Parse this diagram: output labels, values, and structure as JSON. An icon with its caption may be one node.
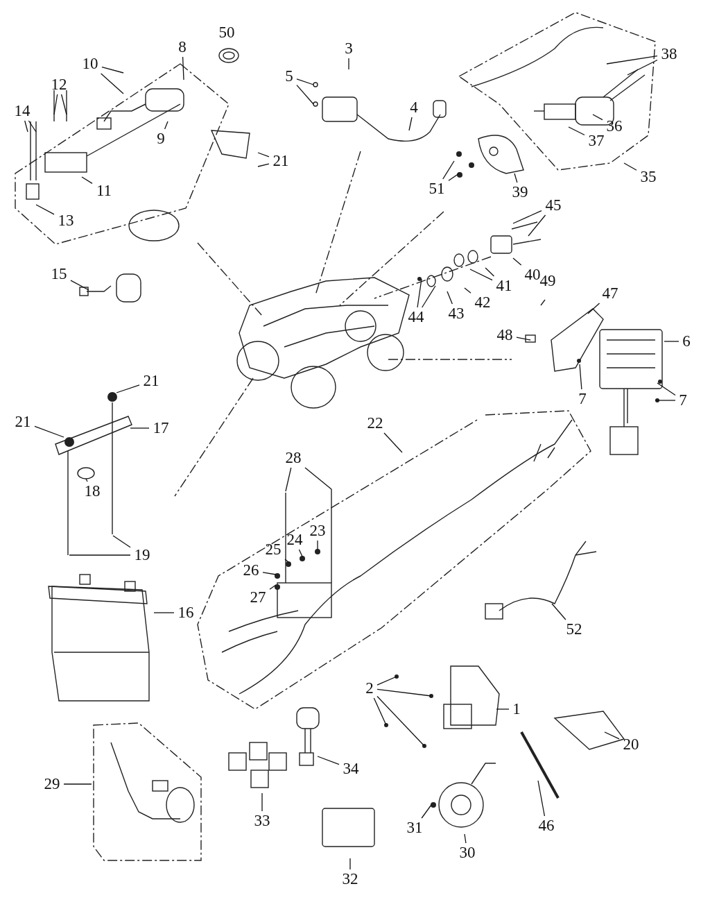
{
  "diagram": {
    "nodes": [
      {
        "text": [
          "8"
        ]
      },
      {
        "text": [
          "3"
        ]
      },
      {
        "text": [
          "38"
        ]
      },
      {
        "text": [
          "10"
        ]
      },
      {
        "text": [
          "5"
        ]
      },
      {
        "text": [
          "12"
        ]
      },
      {
        "text": [
          "14"
        ]
      },
      {
        "text": [
          "4"
        ]
      },
      {
        "text": [
          "36"
        ]
      },
      {
        "text": [
          "9"
        ]
      },
      {
        "text": [
          "37"
        ]
      },
      {
        "text": [
          "21"
        ]
      },
      {
        "text": [
          "35"
        ]
      },
      {
        "text": [
          "11"
        ]
      },
      {
        "text": [
          "51"
        ]
      },
      {
        "text": [
          "39"
        ]
      },
      {
        "text": [
          "45"
        ]
      },
      {
        "text": [
          "13"
        ]
      },
      {
        "text": [
          "15"
        ]
      },
      {
        "text": [
          "40"
        ]
      },
      {
        "text": [
          "44"
        ]
      },
      {
        "text": [
          "41"
        ]
      },
      {
        "text": [
          "42"
        ]
      },
      {
        "text": [
          "43"
        ]
      },
      {
        "text": [
          "47"
        ]
      },
      {
        "text": [
          "48"
        ]
      },
      {
        "text": [
          "6"
        ]
      },
      {
        "text": [
          "21"
        ]
      },
      {
        "text": [
          "7"
        ]
      },
      {
        "text": [
          "7"
        ]
      },
      {
        "text": [
          "21"
        ]
      },
      {
        "text": [
          "17"
        ]
      },
      {
        "text": [
          "22"
        ]
      },
      {
        "text": [
          "28"
        ]
      },
      {
        "text": [
          "18"
        ]
      },
      {
        "text": [
          "23"
        ]
      },
      {
        "text": [
          "24"
        ]
      },
      {
        "text": [
          "25"
        ]
      },
      {
        "text": [
          "19"
        ]
      },
      {
        "text": [
          "26"
        ]
      },
      {
        "text": [
          "27"
        ]
      },
      {
        "text": [
          "16"
        ]
      },
      {
        "text": [
          "52"
        ]
      },
      {
        "text": [
          "1"
        ]
      },
      {
        "text": [
          "2"
        ]
      },
      {
        "text": [
          "20"
        ]
      },
      {
        "text": [
          "29"
        ]
      },
      {
        "text": [
          "34"
        ]
      },
      {
        "text": [
          "33"
        ]
      },
      {
        "text": [
          "46"
        ]
      },
      {
        "text": [
          "31"
        ]
      },
      {
        "text": [
          "30"
        ]
      },
      {
        "text": [
          "32"
        ]
      }
    ],
    "edges": [
      {
        "from": 0,
        "to": null,
        "arrow": "none"
      },
      {
        "from": 1,
        "to": null,
        "arrow": "none"
      },
      {
        "from": 2,
        "to": null,
        "arrow": "none"
      },
      {
        "from": 2,
        "to": null,
        "arrow": "none"
      },
      {
        "from": 3,
        "to": null,
        "arrow": "none"
      },
      {
        "from": 3,
        "to": null,
        "arrow": "none"
      },
      {
        "from": 4,
        "to": null,
        "arrow": "none"
      },
      {
        "from": 4,
        "to": null,
        "arrow": "none"
      },
      {
        "from": 5,
        "to": null,
        "arrow": "none"
      },
      {
        "from": 5,
        "to": null,
        "arrow": "none"
      },
      {
        "from": 6,
        "to": null,
        "arrow": "none"
      },
      {
        "from": 6,
        "to": null,
        "arrow": "none"
      },
      {
        "from": 7,
        "to": null,
        "arrow": "none"
      },
      {
        "from": 8,
        "to": null,
        "arrow": "none"
      },
      {
        "from": 9,
        "to": null,
        "arrow": "none"
      },
      {
        "from": 10,
        "to": null,
        "arrow": "none"
      },
      {
        "from": 11,
        "to": null,
        "arrow": "none"
      },
      {
        "from": 11,
        "to": null,
        "arrow": "none"
      },
      {
        "from": 12,
        "to": null,
        "arrow": "none"
      },
      {
        "from": 13,
        "to": null,
        "arrow": "none"
      },
      {
        "from": 14,
        "to": null,
        "arrow": "none"
      },
      {
        "from": 14,
        "to": null,
        "arrow": "none"
      },
      {
        "from": 15,
        "to": null,
        "arrow": "none"
      },
      {
        "from": 16,
        "to": null,
        "arrow": "none"
      },
      {
        "from": 16,
        "to": null,
        "arrow": "none"
      },
      {
        "from": 17,
        "to": null,
        "arrow": "none"
      },
      {
        "from": 18,
        "to": null,
        "arrow": "none"
      },
      {
        "from": 19,
        "to": null,
        "arrow": "none"
      },
      {
        "from": 20,
        "to": null,
        "arrow": "none"
      },
      {
        "from": 20,
        "to": null,
        "arrow": "none"
      },
      {
        "from": 21,
        "to": null,
        "arrow": "none"
      },
      {
        "from": 21,
        "to": null,
        "arrow": "none"
      },
      {
        "from": 22,
        "to": null,
        "arrow": "none"
      },
      {
        "from": 23,
        "to": null,
        "arrow": "none"
      },
      {
        "from": 24,
        "to": null,
        "arrow": "none"
      },
      {
        "from": 25,
        "to": null,
        "arrow": "none"
      },
      {
        "from": 26,
        "to": null,
        "arrow": "none"
      },
      {
        "from": 27,
        "to": null,
        "arrow": "none"
      },
      {
        "from": 28,
        "to": null,
        "arrow": "none"
      },
      {
        "from": 29,
        "to": null,
        "arrow": "none"
      },
      {
        "from": 29,
        "to": null,
        "arrow": "none"
      },
      {
        "from": 30,
        "to": null,
        "arrow": "none"
      },
      {
        "from": 31,
        "to": null,
        "arrow": "none"
      },
      {
        "from": 32,
        "to": null,
        "arrow": "none"
      },
      {
        "from": 33,
        "to": null,
        "arrow": "none"
      },
      {
        "from": 33,
        "to": null,
        "arrow": "none"
      },
      {
        "from": 34,
        "to": null,
        "arrow": "none"
      },
      {
        "from": 35,
        "to": null,
        "arrow": "none"
      },
      {
        "from": 36,
        "to": null,
        "arrow": "none"
      },
      {
        "from": 37,
        "to": null,
        "arrow": "none"
      },
      {
        "from": 38,
        "to": null,
        "arrow": "none"
      },
      {
        "from": 38,
        "to": null,
        "arrow": "none"
      },
      {
        "from": 39,
        "to": null,
        "arrow": "none"
      },
      {
        "from": 40,
        "to": null,
        "arrow": "none"
      },
      {
        "from": 41,
        "to": null,
        "arrow": "none"
      },
      {
        "from": 42,
        "to": null,
        "arrow": "none"
      },
      {
        "from": 43,
        "to": null,
        "arrow": "none"
      },
      {
        "from": 44,
        "to": null,
        "arrow": "none"
      },
      {
        "from": 44,
        "to": null,
        "arrow": "none"
      },
      {
        "from": 44,
        "to": null,
        "arrow": "none"
      },
      {
        "from": 44,
        "to": null,
        "arrow": "none"
      },
      {
        "from": 45,
        "to": null,
        "arrow": "none"
      },
      {
        "from": 46,
        "to": null,
        "arrow": "none"
      },
      {
        "from": 47,
        "to": null,
        "arrow": "none"
      },
      {
        "from": 48,
        "to": null,
        "arrow": "none"
      },
      {
        "from": 49,
        "to": null,
        "arrow": "none"
      },
      {
        "from": 50,
        "to": null,
        "arrow": "none"
      },
      {
        "from": 51,
        "to": null,
        "arrow": "none"
      },
      {
        "from": 52,
        "to": null,
        "arrow": "none"
      }
    ],
    "labels": [
      "50",
      "49"
    ]
  }
}
